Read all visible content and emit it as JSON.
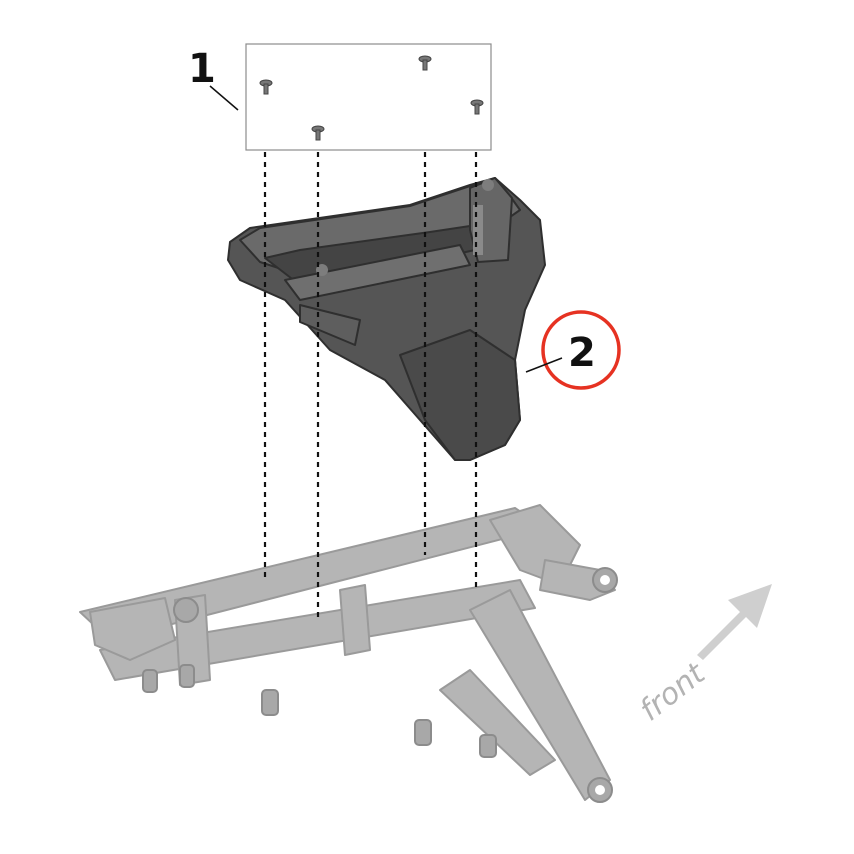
{
  "diagram": {
    "callouts": [
      {
        "label": "1",
        "highlighted": false
      },
      {
        "label": "2",
        "highlighted": true
      }
    ],
    "direction_label": "front",
    "colors": {
      "highlight": "#e63222",
      "part": "#505050",
      "frame": "#b4b4b4",
      "arrow": "#cfcfcf"
    }
  }
}
